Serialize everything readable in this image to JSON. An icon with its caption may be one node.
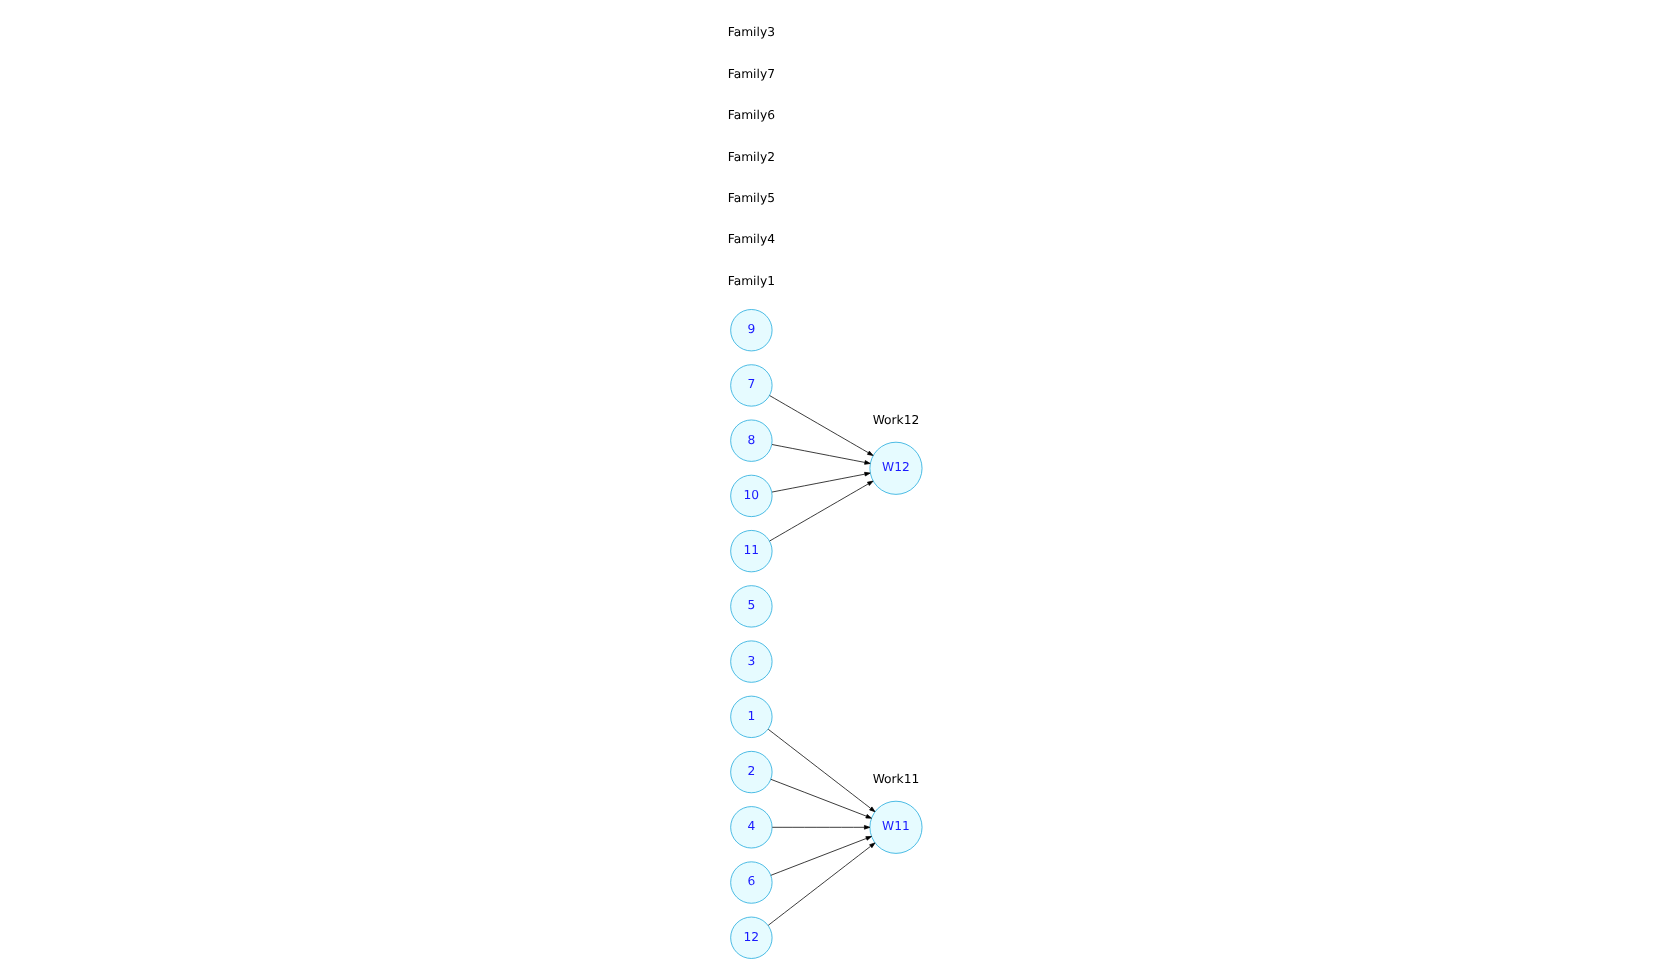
{
  "diagram": {
    "nodes": [
      {
        "text": [
          "1"
        ]
      },
      {
        "text": [
          "2"
        ]
      },
      {
        "text": [
          "3"
        ]
      },
      {
        "text": [
          "4"
        ]
      },
      {
        "text": [
          "5"
        ]
      },
      {
        "text": [
          "6"
        ]
      },
      {
        "text": [
          "7"
        ]
      },
      {
        "text": [
          "8"
        ]
      },
      {
        "text": [
          "9"
        ]
      },
      {
        "text": [
          "10"
        ]
      },
      {
        "text": [
          "11"
        ]
      },
      {
        "text": [
          "12"
        ]
      },
      {
        "text": [
          "W11"
        ],
        "beside": [
          "Work11"
        ]
      },
      {
        "text": [
          "W12"
        ],
        "beside": [
          "Work12"
        ]
      }
    ],
    "edges": [
      {
        "from": 0,
        "to": 12,
        "arrow": "to"
      },
      {
        "from": 1,
        "to": 12,
        "arrow": "to"
      },
      {
        "from": 3,
        "to": 12,
        "arrow": "to"
      },
      {
        "from": 5,
        "to": 12,
        "arrow": "to"
      },
      {
        "from": 6,
        "to": 13,
        "arrow": "to"
      },
      {
        "from": 7,
        "to": 13,
        "arrow": "to"
      },
      {
        "from": 9,
        "to": 13,
        "arrow": "to"
      },
      {
        "from": 10,
        "to": 13,
        "arrow": "to"
      },
      {
        "from": 11,
        "to": 12,
        "arrow": "to"
      }
    ],
    "labels": [
      "Family1",
      "Family4",
      "Family5",
      "Family2",
      "Family6",
      "Family7",
      "Family3"
    ]
  }
}
